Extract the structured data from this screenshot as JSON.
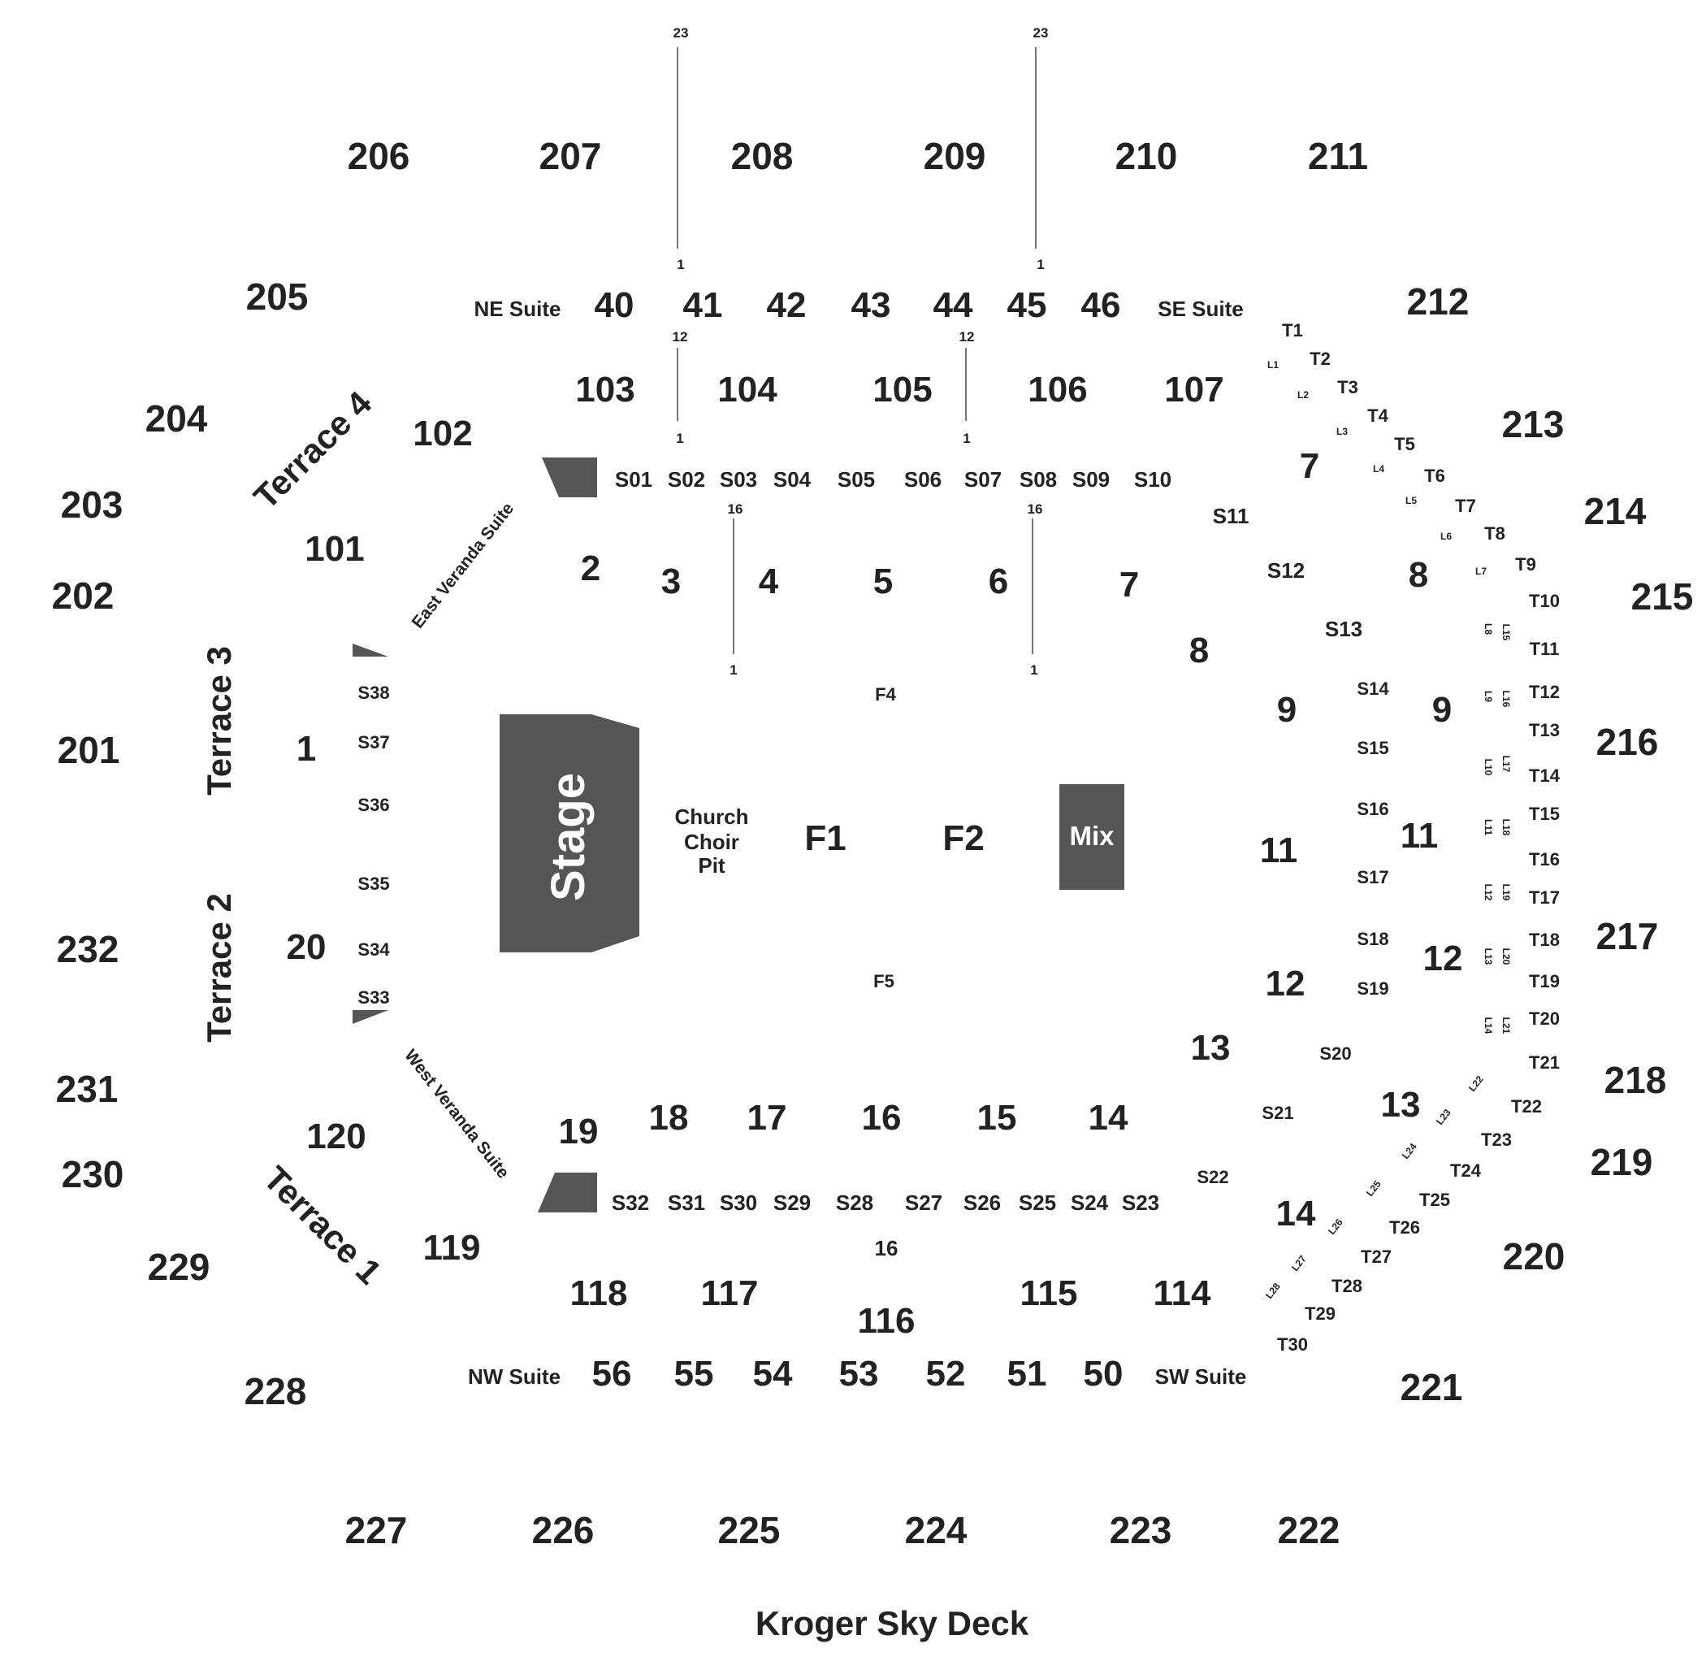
{
  "colors": {
    "shape_fill": "#555555",
    "text": "#222222",
    "background": "#ffffff"
  },
  "upper_sections_top": [
    "206",
    "207",
    "208",
    "209",
    "210",
    "211"
  ],
  "upper_sections_right": [
    "212",
    "213",
    "214",
    "215",
    "216",
    "217",
    "218",
    "219",
    "220",
    "221"
  ],
  "upper_sections_bottom": [
    "222",
    "223",
    "224",
    "225",
    "226",
    "227"
  ],
  "upper_sections_left": [
    "228",
    "229",
    "230",
    "231",
    "232",
    "201",
    "202",
    "203",
    "204",
    "205"
  ],
  "numbered_suites_top": [
    "40",
    "41",
    "42",
    "43",
    "44",
    "45",
    "46"
  ],
  "numbered_suites_bottom": [
    "56",
    "55",
    "54",
    "53",
    "52",
    "51",
    "50"
  ],
  "corner_suites": {
    "ne": "NE Suite",
    "se": "SE Suite",
    "nw": "NW Suite",
    "sw": "SW Suite"
  },
  "lower_sections_top": [
    "101",
    "102",
    "103",
    "104",
    "105",
    "106",
    "107"
  ],
  "lower_sections_bottom": [
    "114",
    "115",
    "116",
    "117",
    "118",
    "119",
    "120"
  ],
  "terraces": {
    "t1": "Terrace 1",
    "t2": "Terrace 2",
    "t3": "Terrace 3",
    "t4": "Terrace 4"
  },
  "verandas": {
    "east": "East Veranda Suite",
    "west": "West Veranda Suite"
  },
  "floor_sections_top": [
    "2",
    "3",
    "4",
    "5",
    "6",
    "7",
    "8"
  ],
  "floor_sections_bottom": [
    "19",
    "18",
    "17",
    "16",
    "15",
    "14",
    "13"
  ],
  "floor_right_numbers": [
    "7",
    "8",
    "9",
    "9",
    "11",
    "11",
    "12",
    "12",
    "13",
    "14"
  ],
  "floor_left_numbers": [
    "1",
    "20"
  ],
  "floor_center": {
    "f1": "F1",
    "f2": "F2",
    "f4": "F4",
    "f5": "F5",
    "mix": "Mix",
    "stage": "Stage",
    "choir": [
      "Church",
      "Choir",
      "Pit"
    ]
  },
  "s_row_top": [
    "S01",
    "S02",
    "S03",
    "S04",
    "S05",
    "S06",
    "S07",
    "S08",
    "S09",
    "S10"
  ],
  "s_row_bottom": [
    "S32",
    "S31",
    "S30",
    "S29",
    "S28",
    "S27",
    "S26",
    "S25",
    "S24",
    "S23"
  ],
  "s_right": [
    "S11",
    "S12",
    "S13",
    "S14",
    "S15",
    "S16",
    "S17",
    "S18",
    "S19",
    "S20",
    "S21",
    "S22"
  ],
  "s_left": [
    "S38",
    "S37",
    "S36",
    "S35",
    "S34",
    "S33"
  ],
  "t_boxes": [
    "T1",
    "T2",
    "T3",
    "T4",
    "T5",
    "T6",
    "T7",
    "T8",
    "T9",
    "T10",
    "T11",
    "T12",
    "T13",
    "T14",
    "T15",
    "T16",
    "T17",
    "T18",
    "T19",
    "T20",
    "T21",
    "T22",
    "T23",
    "T24",
    "T25",
    "T26",
    "T27",
    "T28",
    "T29",
    "T30"
  ],
  "l_boxes": [
    "L1",
    "L2",
    "L3",
    "L4",
    "L5",
    "L6",
    "L7",
    "L8",
    "L15",
    "L9",
    "L16",
    "L10",
    "L17",
    "L11",
    "L18",
    "L12",
    "L19",
    "L13",
    "L20",
    "L14",
    "L21",
    "L22",
    "L23",
    "L24",
    "L25",
    "L26",
    "L27",
    "L28"
  ],
  "aisle_labels": [
    "23",
    "1",
    "23",
    "1",
    "12",
    "1",
    "12",
    "1",
    "16",
    "1",
    "16",
    "1",
    "16"
  ],
  "footer": "Kroger Sky Deck"
}
